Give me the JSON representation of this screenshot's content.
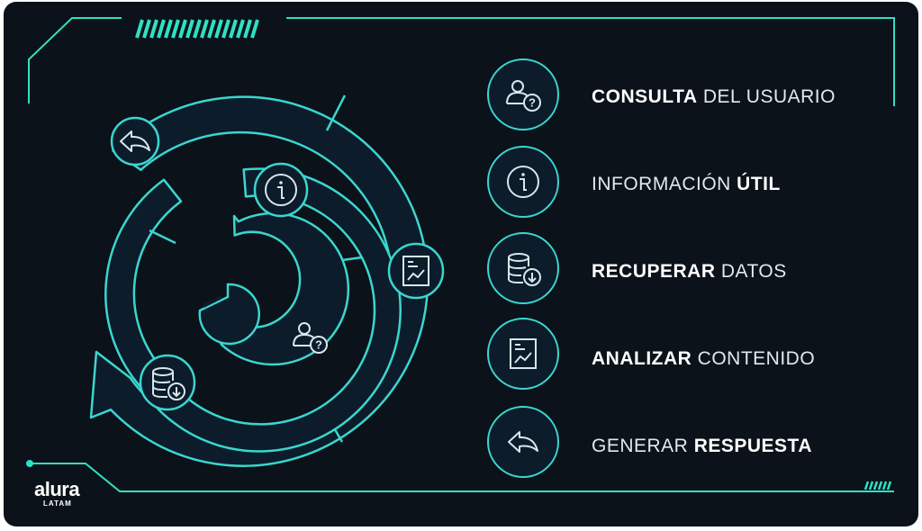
{
  "colors": {
    "background": "#0b1219",
    "accent": "#2fe0c4",
    "ring_stroke": "#3ad6d0",
    "ring_fill": "#0d1c2a"
  },
  "steps": [
    {
      "bold": "CONSULTA",
      "regular": " DEL USUARIO",
      "icon": "user-question-icon"
    },
    {
      "regular": "INFORMACIÓN ",
      "bold": "ÚTIL",
      "icon": "info-icon"
    },
    {
      "bold": "RECUPERAR",
      "regular": " DATOS",
      "icon": "database-download-icon"
    },
    {
      "bold": "ANALIZAR",
      "regular": " CONTENIDO",
      "icon": "chart-document-icon"
    },
    {
      "regular": "GENERAR ",
      "bold": "RESPUESTA",
      "icon": "reply-arrow-icon"
    }
  ],
  "logo": {
    "name": "alura",
    "sub": "LATAM"
  }
}
